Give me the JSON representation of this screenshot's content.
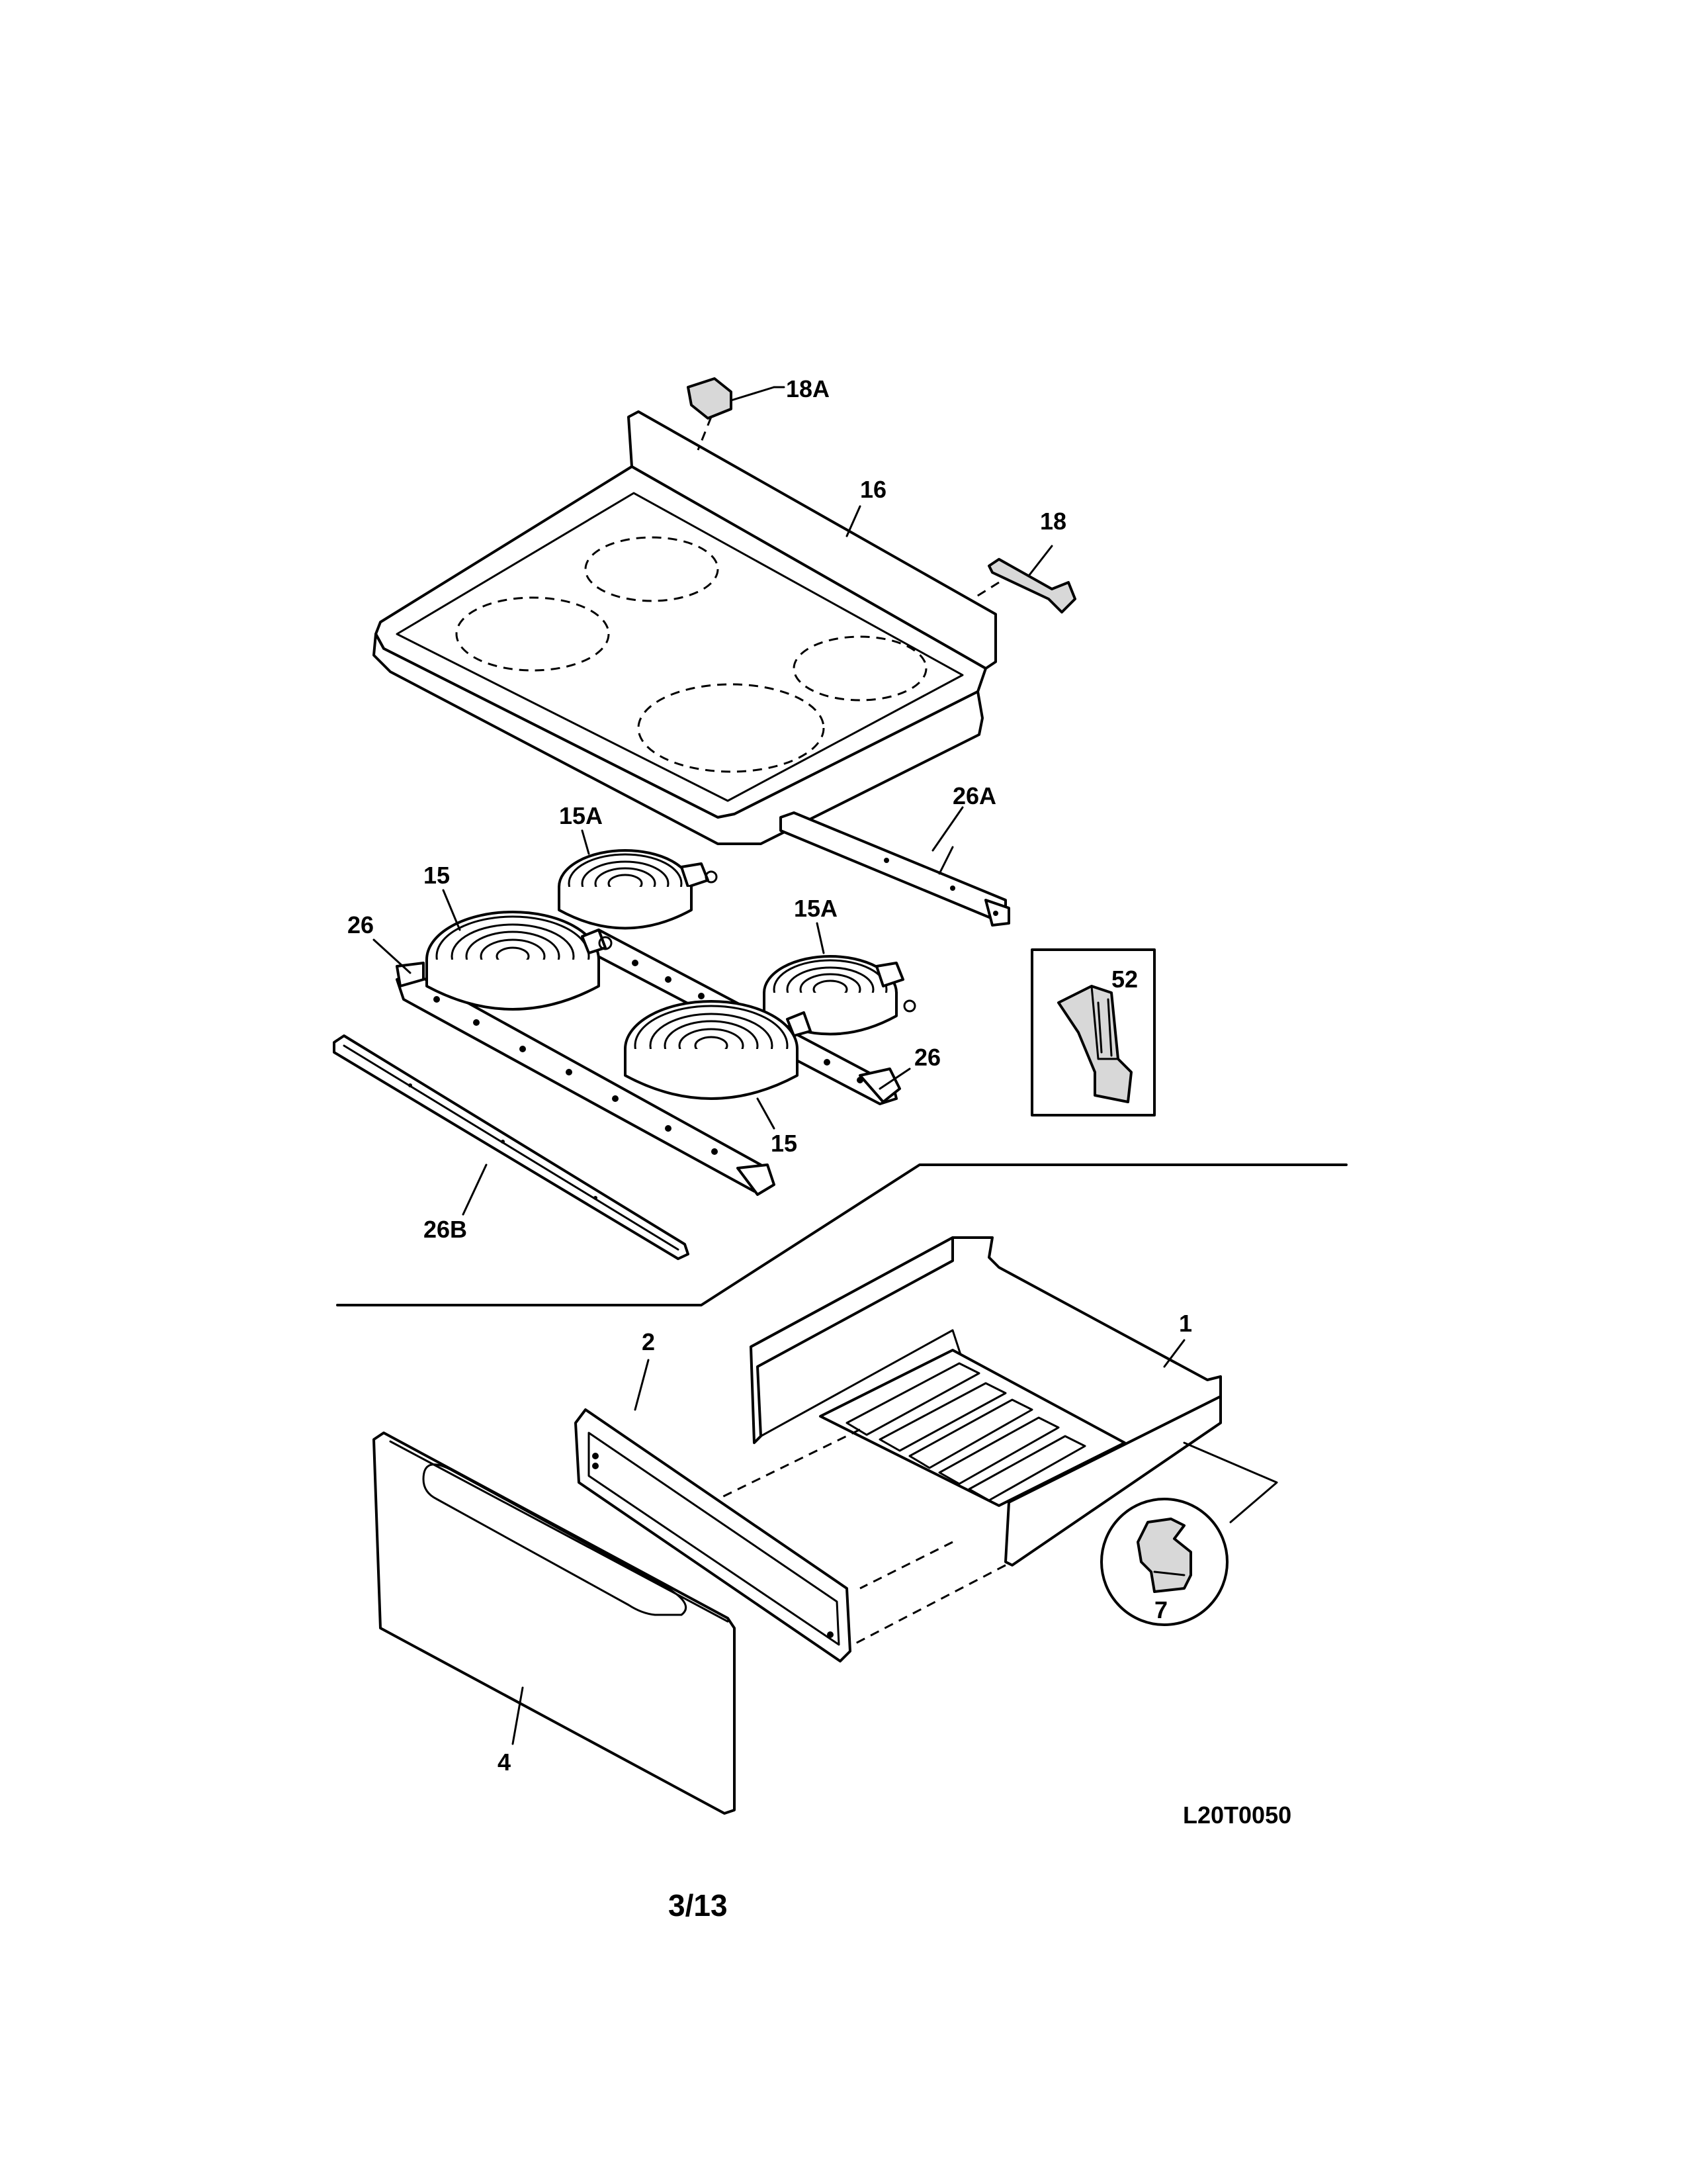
{
  "callouts": {
    "p18A": "18A",
    "p16": "16",
    "p18": "18",
    "p15A_top": "15A",
    "p26A": "26A",
    "p15_left": "15",
    "p15A_right": "15A",
    "p26_left": "26",
    "p52": "52",
    "p26_right": "26",
    "p15_bottom": "15",
    "p26B": "26B",
    "p2": "2",
    "p1": "1",
    "p7": "7",
    "p4": "4"
  },
  "drawing_code": "L20T0050",
  "page_number": "3/13"
}
